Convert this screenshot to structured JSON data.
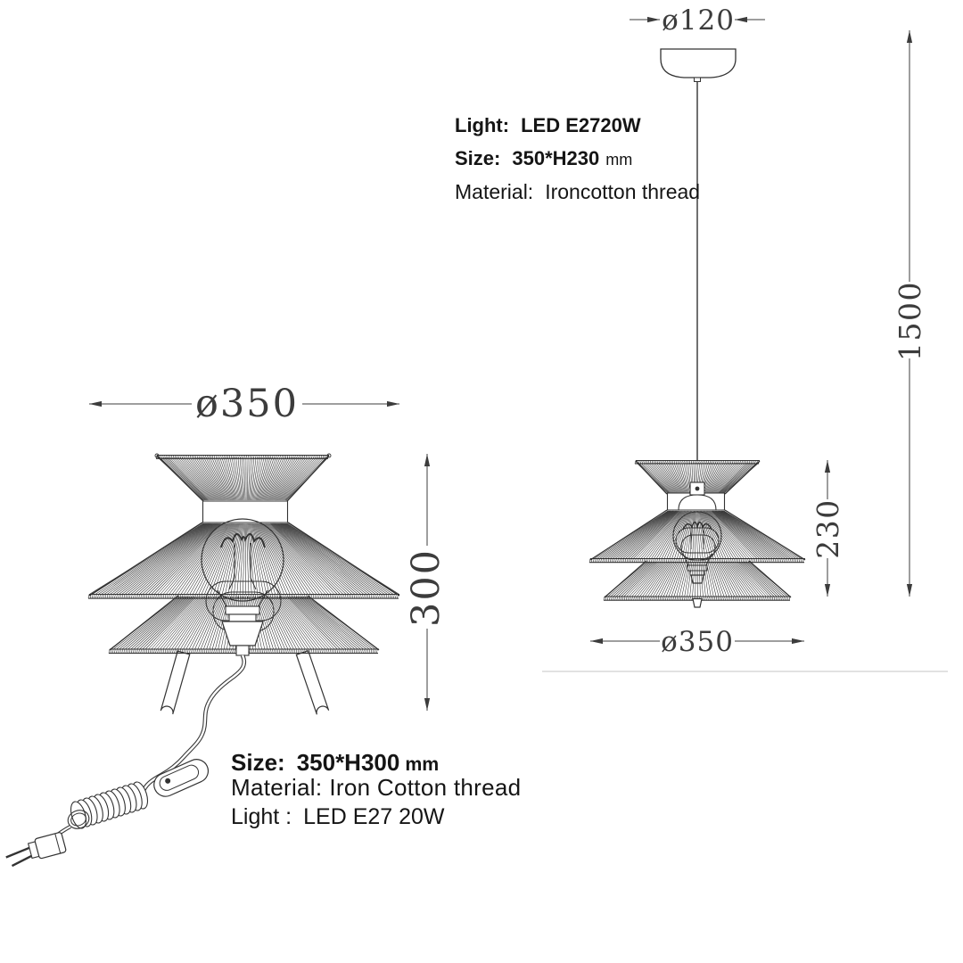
{
  "title": "lamp-dimension-spec-sheet",
  "specs_pendant": {
    "light_label": "Light:",
    "light_value": "LED E2720W",
    "size_label": "Size:",
    "size_value": "350*H230",
    "size_unit": "mm",
    "material_label": "Material:",
    "material_value": "Ironcotton thread"
  },
  "specs_table": {
    "size_label": "Size:",
    "size_value": "350*H300",
    "size_unit": "mm",
    "material_label": "Material:",
    "material_value": "Iron Cotton thread",
    "light_label": "Light :",
    "light_value": "LED E27 20W"
  },
  "dimensions": {
    "table_diameter": "ø350",
    "table_height": "300",
    "pendant_canopy_diameter": "ø120",
    "pendant_drop": "1500",
    "pendant_shade_height": "230",
    "pendant_diameter": "ø350"
  },
  "colors": {
    "background": "#ffffff",
    "line": "#333333",
    "hatch": "#2d2d2d",
    "dim": "#3c3c3c",
    "divider": "#d9d9d9"
  }
}
